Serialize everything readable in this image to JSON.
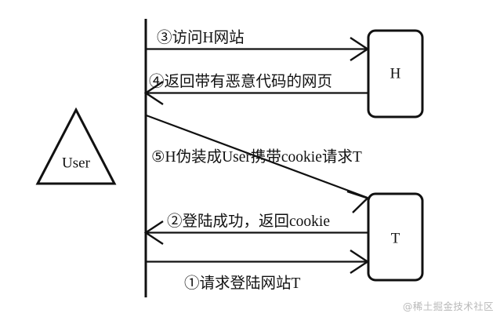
{
  "diagram": {
    "title": "CSRF attack sequence diagram",
    "background_color": "#ffffff",
    "stroke_color": "#111111",
    "actors": [
      {
        "id": "user",
        "label": "User",
        "shape": "triangle"
      },
      {
        "id": "h",
        "label": "H",
        "shape": "rounded-rect"
      },
      {
        "id": "t",
        "label": "T",
        "shape": "rounded-rect"
      }
    ],
    "messages": [
      {
        "id": "msg-3",
        "number": "③",
        "label": "③访问H网站",
        "from": "user",
        "to": "h",
        "direction": "right"
      },
      {
        "id": "msg-4",
        "number": "④",
        "label": "④返回带有恶意代码的网页",
        "from": "h",
        "to": "user",
        "direction": "left"
      },
      {
        "id": "msg-5",
        "number": "⑤",
        "label": "⑤H伪装成User携带cookie请求T",
        "from": "user",
        "to": "t",
        "direction": "right-diagonal"
      },
      {
        "id": "msg-2",
        "number": "②",
        "label": "②登陆成功，返回cookie",
        "from": "t",
        "to": "user",
        "direction": "left"
      },
      {
        "id": "msg-1",
        "number": "①",
        "label": "①请求登陆网站T",
        "from": "user",
        "to": "t",
        "direction": "right"
      }
    ]
  },
  "watermark": {
    "text": "@稀土掘金技术社区"
  }
}
